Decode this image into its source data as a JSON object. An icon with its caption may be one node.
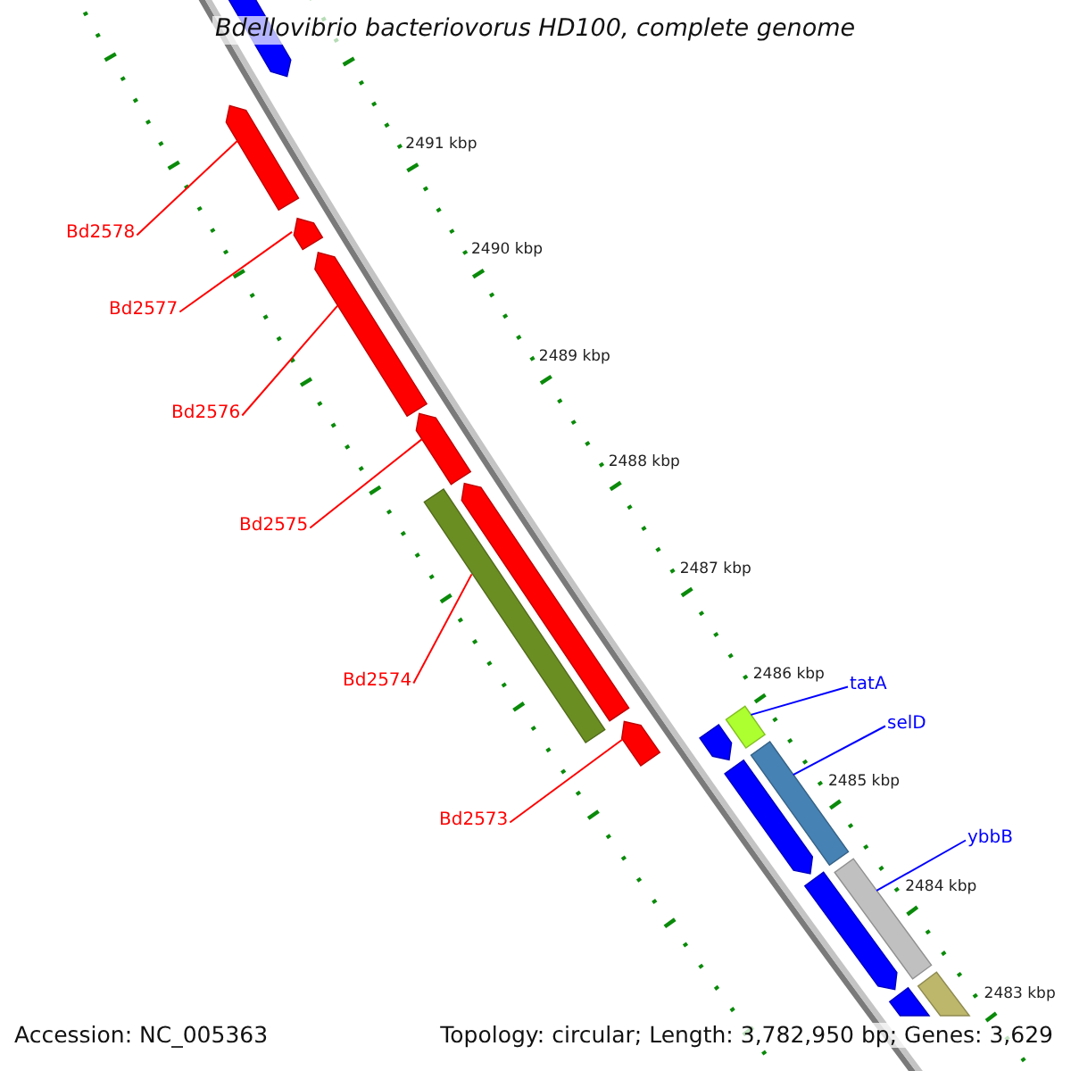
{
  "diagram": {
    "title": "Bdellovibrio bacteriovorus HD100, complete genome",
    "nodes": [
      {
        "text": [
          "Bd2578"
        ]
      },
      {
        "text": [
          "Bd2577"
        ]
      },
      {
        "text": [
          "Bd2576"
        ]
      },
      {
        "text": [
          "Bd2575"
        ]
      },
      {
        "text": [
          "Bd2574"
        ]
      },
      {
        "text": [
          "Bd2573"
        ]
      },
      {
        "text": [
          "tatA"
        ]
      },
      {
        "text": [
          "selD"
        ]
      },
      {
        "text": [
          "ybbB"
        ]
      },
      {
        "text": [],
        "shape": "pentagon"
      },
      {
        "text": [],
        "shape": "pentagon"
      },
      {
        "text": [],
        "shape": "pentagon"
      },
      {
        "text": [],
        "shape": "pentagon"
      },
      {
        "text": [],
        "shape": "pentagon"
      },
      {
        "text": [],
        "shape": "bar"
      },
      {
        "text": [],
        "shape": "pentagon"
      },
      {
        "text": [],
        "shape": "pentagon"
      },
      {
        "text": [],
        "shape": "pentagon"
      },
      {
        "text": [],
        "shape": "bar"
      },
      {
        "text": [],
        "shape": "pentagon"
      },
      {
        "text": [],
        "shape": "bar"
      },
      {
        "text": [],
        "shape": "pentagon"
      },
      {
        "text": [],
        "shape": "bar"
      },
      {
        "text": [],
        "shape": "pentagon"
      },
      {
        "text": [],
        "shape": "bar"
      }
    ],
    "edges": [
      {
        "from": 0,
        "to": 10,
        "arrow": "none"
      },
      {
        "from": 1,
        "to": 11,
        "arrow": "none"
      },
      {
        "from": 2,
        "to": 12,
        "arrow": "none"
      },
      {
        "from": 3,
        "to": 13,
        "arrow": "none"
      },
      {
        "from": 4,
        "to": 14,
        "arrow": "none"
      },
      {
        "from": 5,
        "to": 16,
        "arrow": "none"
      },
      {
        "from": 6,
        "to": 18,
        "arrow": "none",
        "color": "#0000ff"
      },
      {
        "from": 7,
        "to": 20,
        "arrow": "none",
        "color": "#0000ff"
      },
      {
        "from": 8,
        "to": 22,
        "arrow": "none",
        "color": "#0000ff"
      }
    ],
    "labels": [
      "2491 kbp",
      "2490 kbp",
      "2489 kbp",
      "2488 kbp",
      "2487 kbp",
      "2486 kbp",
      "2485 kbp",
      "2484 kbp",
      "2483 kbp",
      "Accession: NC_005363",
      "Topology: circular; Length: 3,782,950 bp; Genes: 3,629"
    ]
  }
}
